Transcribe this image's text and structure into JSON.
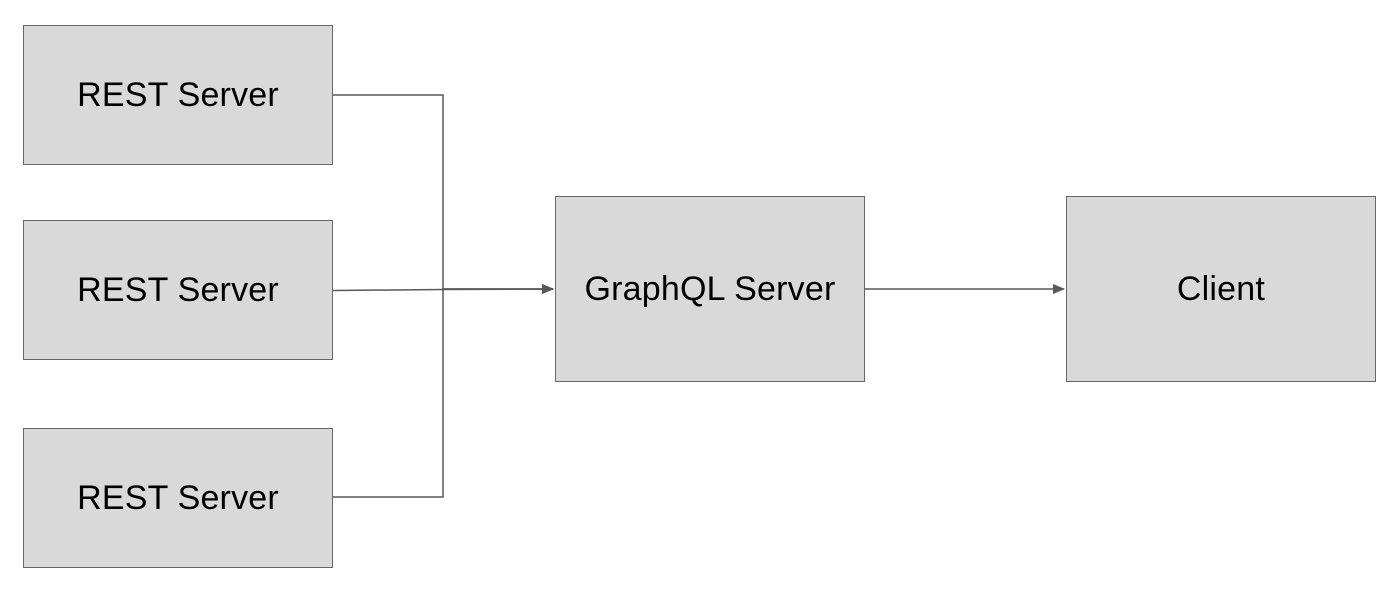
{
  "diagram": {
    "colors": {
      "node_fill": "#d9d9d9",
      "node_border": "#666666",
      "edge": "#595959",
      "text": "#000000"
    },
    "nodes": {
      "rest_1": {
        "label": "REST Server"
      },
      "rest_2": {
        "label": "REST Server"
      },
      "rest_3": {
        "label": "REST Server"
      },
      "graphql": {
        "label": "GraphQL Server"
      },
      "client": {
        "label": "Client"
      }
    },
    "edges": [
      {
        "from": "REST Server",
        "to": "GraphQL Server"
      },
      {
        "from": "REST Server",
        "to": "GraphQL Server"
      },
      {
        "from": "REST Server",
        "to": "GraphQL Server"
      },
      {
        "from": "GraphQL Server",
        "to": "Client"
      }
    ]
  }
}
